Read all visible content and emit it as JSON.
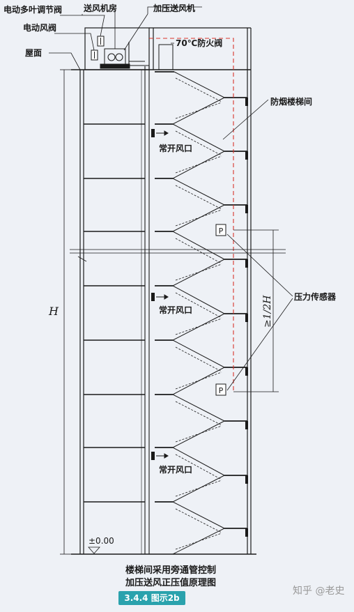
{
  "labels": {
    "multi_blade_damper": "电动多叶调节阀",
    "supply_fan_room": "送风机房",
    "pressurization_fan": "加压送风机",
    "electric_damper": "电动风阀",
    "roof": "屋面",
    "fire_damper": "70℃防火阀",
    "smoke_proof_stairwell": "防烟楼梯间",
    "open_vent_1": "常开风口",
    "open_vent_2": "常开风口",
    "open_vent_3": "常开风口",
    "pressure_sensor": "压力传感器",
    "sensor_symbol_1": "P",
    "sensor_symbol_2": "P",
    "height_dim": "H",
    "half_height_dim": "≥1/2H",
    "ground_level": "±0.00"
  },
  "caption": {
    "line1": "楼梯间采用旁通管控制",
    "line2": "加压送风正压值原理图",
    "figure_no": "3.4.4 图示2b"
  },
  "watermark": "知乎 @老史",
  "colors": {
    "background": "#eef1f6",
    "line": "#1a1a1a",
    "fire_red": "#d9342b",
    "badge": "#2aa2ad"
  }
}
